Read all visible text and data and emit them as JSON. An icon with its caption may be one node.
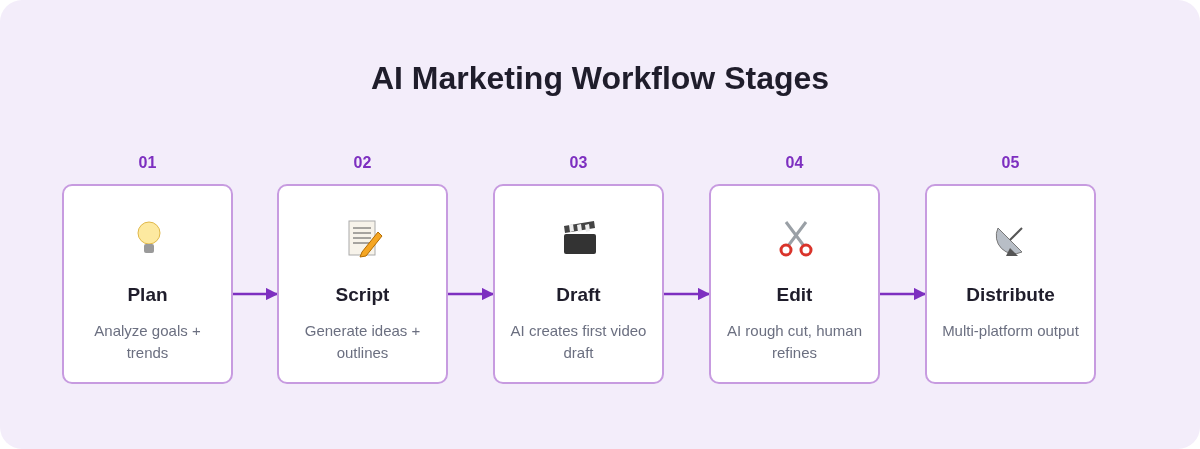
{
  "diagram": {
    "title": "AI Marketing Workflow Stages",
    "nodes": [
      {
        "text": [
          "Plan",
          "Analyze goals + trends"
        ],
        "beside": [
          "01"
        ]
      },
      {
        "text": [
          "Script",
          "Generate ideas + outlines"
        ],
        "beside": [
          "02"
        ]
      },
      {
        "text": [
          "Draft",
          "AI creates first video draft"
        ],
        "beside": [
          "03"
        ]
      },
      {
        "text": [
          "Edit",
          "AI rough cut, human refines"
        ],
        "beside": [
          "04"
        ]
      },
      {
        "text": [
          "Distribute",
          "Multi-platform output"
        ],
        "beside": [
          "05"
        ]
      }
    ],
    "edges": [
      {
        "from": 0,
        "to": 1,
        "arrow": "to"
      },
      {
        "from": 1,
        "to": 2,
        "arrow": "to"
      },
      {
        "from": 2,
        "to": 3,
        "arrow": "to"
      },
      {
        "from": 3,
        "to": 4,
        "arrow": "to"
      }
    ]
  }
}
